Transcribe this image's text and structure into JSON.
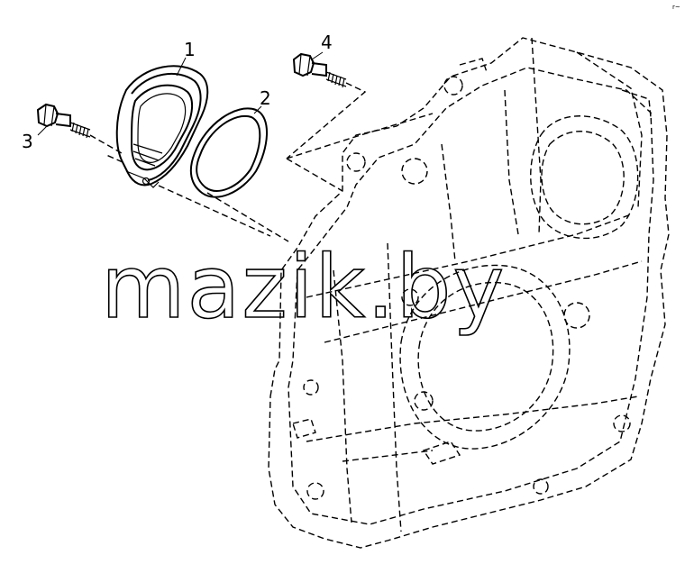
{
  "callouts": {
    "part_1": "1",
    "part_2": "2",
    "part_3": "3",
    "part_4": "4"
  },
  "watermark": "mazik.by",
  "corner_mark": "r~"
}
